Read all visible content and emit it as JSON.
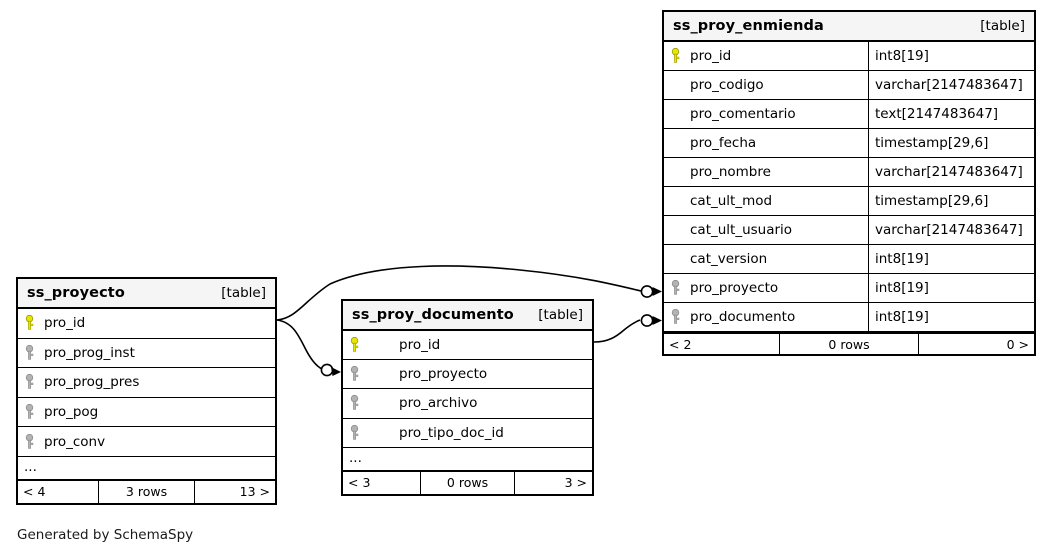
{
  "diagram": {
    "caption": "Generated by SchemaSpy",
    "kind_label": "[table]",
    "ellipsis": "...",
    "icons": {
      "primary_key": "key-icon",
      "foreign_key": "key-icon"
    },
    "colors": {
      "primary_key": "#e6e600",
      "foreign_key": "#b3b3b3",
      "header_background": "#f5f5f5",
      "border": "#000000",
      "background": "#ffffff"
    }
  },
  "tables": {
    "enmienda": {
      "name": "ss_proy_enmienda",
      "kind": "[table]",
      "columns": [
        {
          "name": "pro_id",
          "type": "int8[19]",
          "key": "primary"
        },
        {
          "name": "pro_codigo",
          "type": "varchar[2147483647]",
          "key": "none"
        },
        {
          "name": "pro_comentario",
          "type": "text[2147483647]",
          "key": "none"
        },
        {
          "name": "pro_fecha",
          "type": "timestamp[29,6]",
          "key": "none"
        },
        {
          "name": "pro_nombre",
          "type": "varchar[2147483647]",
          "key": "none"
        },
        {
          "name": "cat_ult_mod",
          "type": "timestamp[29,6]",
          "key": "none"
        },
        {
          "name": "cat_ult_usuario",
          "type": "varchar[2147483647]",
          "key": "none"
        },
        {
          "name": "cat_version",
          "type": "int8[19]",
          "key": "none"
        },
        {
          "name": "pro_proyecto",
          "type": "int8[19]",
          "key": "foreign"
        },
        {
          "name": "pro_documento",
          "type": "int8[19]",
          "key": "foreign"
        }
      ],
      "footer": {
        "left": "< 2",
        "middle": "0 rows",
        "right": "0 >"
      }
    },
    "proyecto": {
      "name": "ss_proyecto",
      "kind": "[table]",
      "columns": [
        {
          "name": "pro_id",
          "key": "primary"
        },
        {
          "name": "pro_prog_inst",
          "key": "foreign"
        },
        {
          "name": "pro_prog_pres",
          "key": "foreign"
        },
        {
          "name": "pro_pog",
          "key": "foreign"
        },
        {
          "name": "pro_conv",
          "key": "foreign"
        }
      ],
      "more": "...",
      "footer": {
        "left": "< 4",
        "middle": "3 rows",
        "right": "13 >"
      }
    },
    "documento": {
      "name": "ss_proy_documento",
      "kind": "[table]",
      "columns": [
        {
          "name": "pro_id",
          "key": "primary"
        },
        {
          "name": "pro_proyecto",
          "key": "foreign"
        },
        {
          "name": "pro_archivo",
          "key": "foreign"
        },
        {
          "name": "pro_tipo_doc_id",
          "key": "foreign"
        }
      ],
      "more": "...",
      "footer": {
        "left": "< 3",
        "middle": "0 rows",
        "right": "3 >"
      }
    }
  },
  "relationships": [
    {
      "from": "ss_proyecto.pro_id",
      "to": "ss_proy_enmienda.pro_proyecto"
    },
    {
      "from": "ss_proyecto.pro_id",
      "to": "ss_proy_documento.pro_proyecto"
    },
    {
      "from": "ss_proy_documento.pro_id",
      "to": "ss_proy_enmienda.pro_documento"
    }
  ]
}
